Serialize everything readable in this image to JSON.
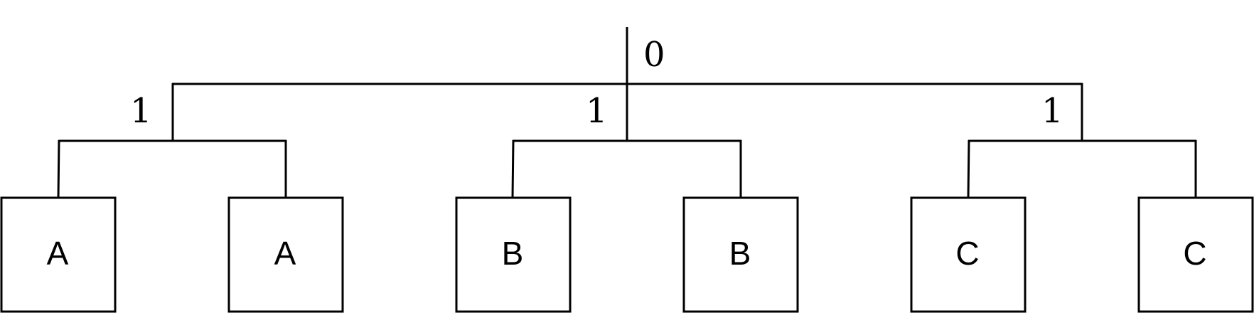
{
  "tree": {
    "root": {
      "label": "0"
    },
    "branches": [
      {
        "label": "1",
        "leaves": [
          {
            "label": "A"
          },
          {
            "label": "A"
          }
        ]
      },
      {
        "label": "1",
        "leaves": [
          {
            "label": "B"
          },
          {
            "label": "B"
          }
        ]
      },
      {
        "label": "1",
        "leaves": [
          {
            "label": "C"
          },
          {
            "label": "C"
          }
        ]
      }
    ]
  },
  "colors": {
    "line": "#000000",
    "background": "#ffffff"
  }
}
